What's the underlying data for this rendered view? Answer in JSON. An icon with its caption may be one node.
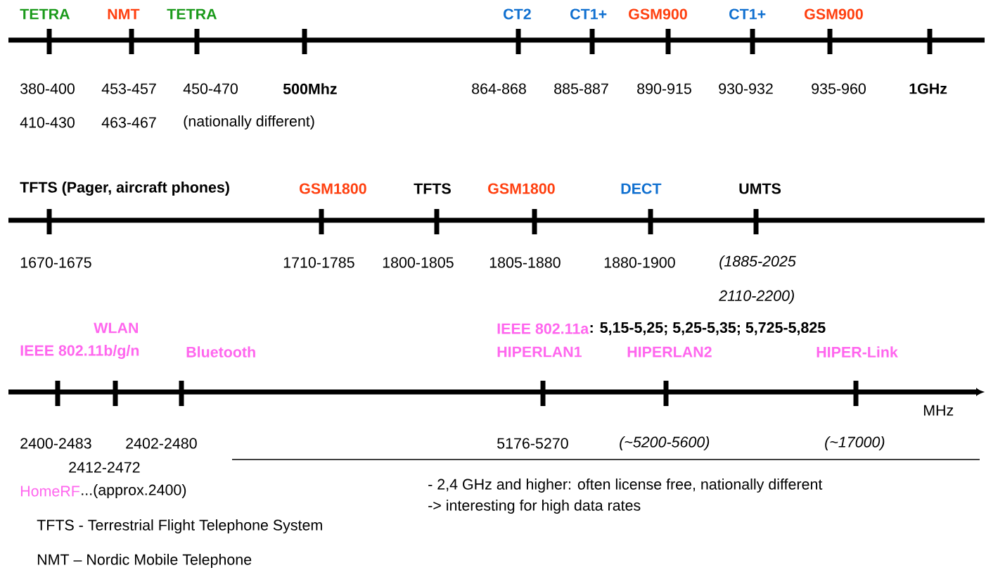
{
  "diagram": {
    "labels": [
      "TETRA",
      "NMT",
      "TETRA",
      "CT2",
      "CT1+",
      "GSM900",
      "CT1+",
      "GSM900",
      "380-400",
      "453-457",
      "450-470",
      "500Mhz",
      "864-868",
      "885-887",
      "890-915",
      "930-932",
      "935-960",
      "1GHz",
      "410-430",
      "463-467",
      "(nationally different)",
      "TFTS (Pager, aircraft phones)",
      "GSM1800",
      "TFTS",
      "GSM1800",
      "DECT",
      "UMTS",
      "1670-1675",
      "1710-1785",
      "1800-1805",
      "1805-1880",
      "1880-1900",
      "(1885-2025",
      "2110-2200)",
      "WLAN",
      "IEEE 802.11b/g/n",
      "Bluetooth",
      "IEEE 802.11a",
      ": 5,15-5,25; 5,25-5,35; 5,725-5,825",
      "HIPERLAN1",
      "HIPERLAN2",
      "HIPER-Link",
      "MHz",
      "2400-2483",
      "2402-2480",
      "5176-5270",
      "(~5200-5600)",
      "(~17000)",
      "2412-2472",
      "HomeRF",
      "...(approx.2400)",
      "- 2,4 GHz and higher: often license free, nationally different",
      "-> interesting for high data rates",
      "TFTS - Terrestrial Flight Telephone System",
      "NMT – Nordic Mobile Telephone"
    ]
  }
}
